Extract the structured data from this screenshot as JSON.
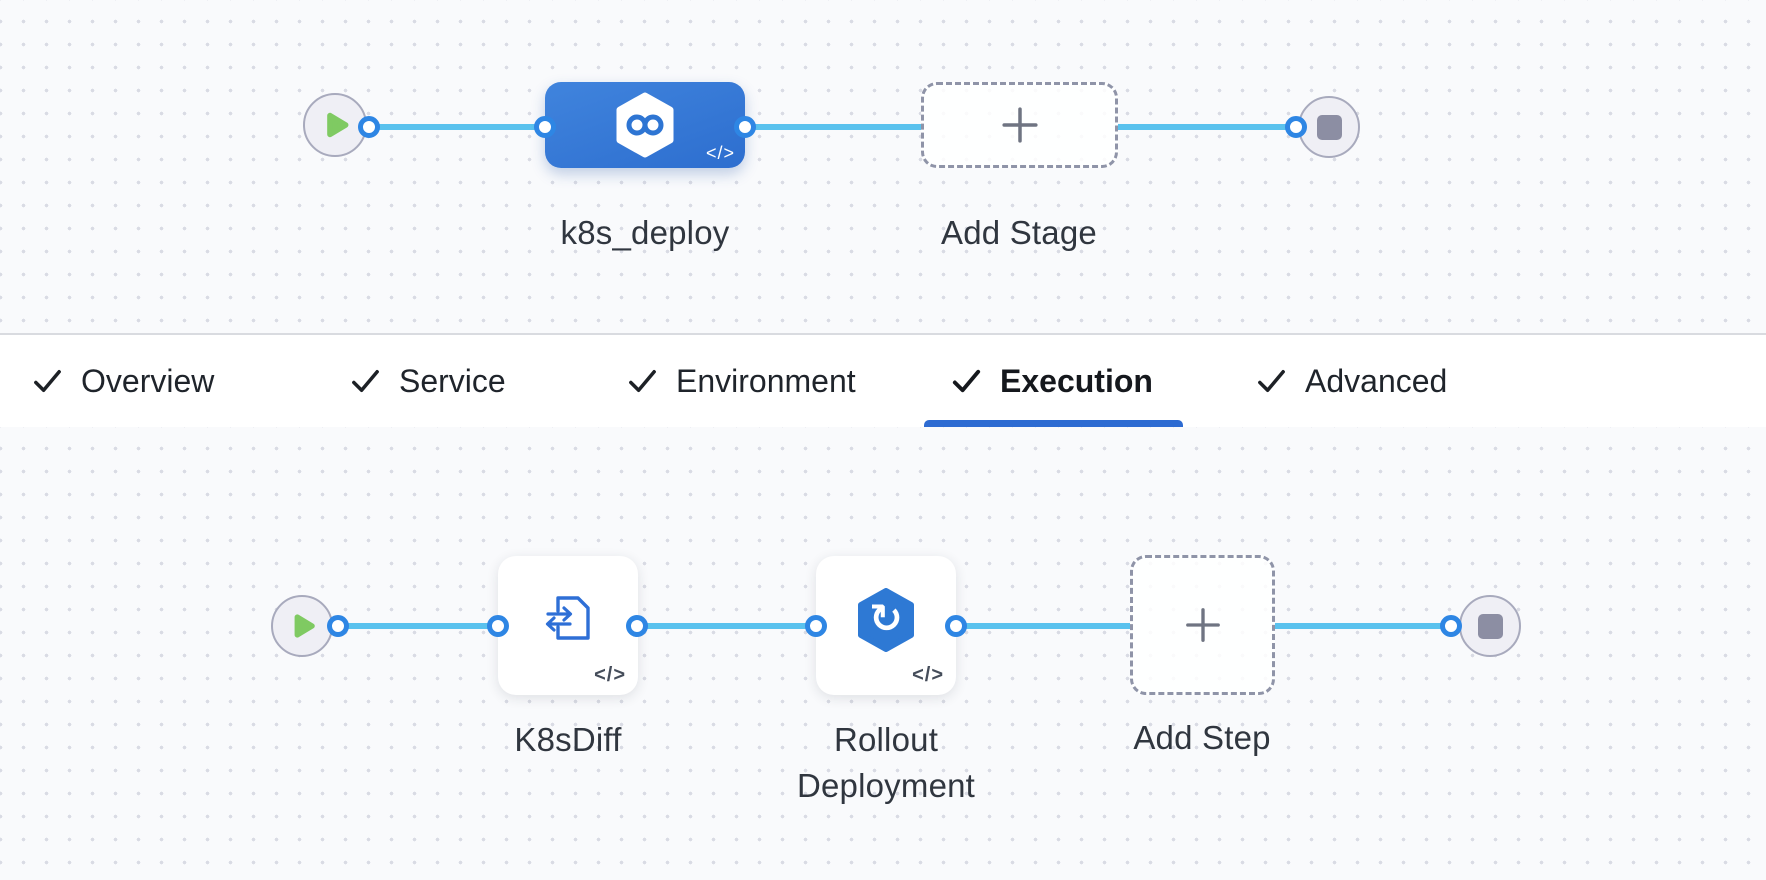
{
  "stage_canvas": {
    "stage_label": "k8s_deploy",
    "add_stage_label": "Add Stage",
    "code_badge": "</>"
  },
  "tabs": {
    "items": [
      {
        "label": "Overview",
        "checked": true,
        "active": false
      },
      {
        "label": "Service",
        "checked": true,
        "active": false
      },
      {
        "label": "Environment",
        "checked": true,
        "active": false
      },
      {
        "label": "Execution",
        "checked": true,
        "active": true
      },
      {
        "label": "Advanced",
        "checked": true,
        "active": false
      }
    ]
  },
  "execution_canvas": {
    "steps": [
      {
        "label": "K8sDiff",
        "code_badge": "</>"
      },
      {
        "label": "Rollout Deployment",
        "code_badge": "</>"
      }
    ],
    "add_step_label": "Add Step"
  },
  "colors": {
    "connector_line": "#5ac2ee",
    "port_ring": "#2e86e4",
    "stage_blue_start": "#4084dd",
    "stage_blue_end": "#2d6ecf",
    "tab_underline": "#2d6bd2",
    "play_green": "#7fca62",
    "stop_gray": "#8c8ea3",
    "dashed_border": "#8f94a8"
  }
}
